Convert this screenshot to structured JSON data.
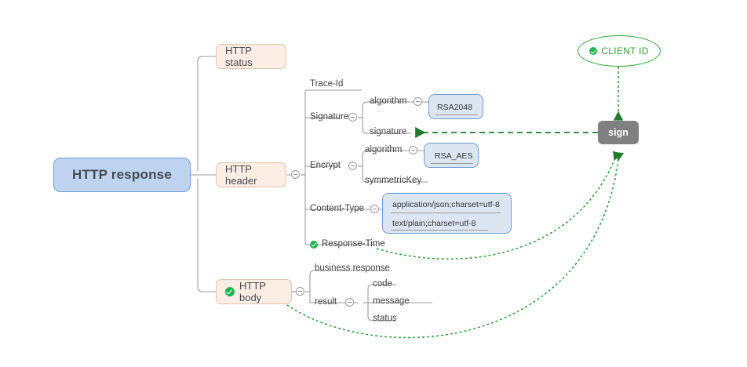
{
  "diagram": {
    "title": "HTTP response mind map",
    "background": "#ffffff",
    "colors": {
      "root_fill": "#bdd3f0",
      "root_border": "#6f9ed8",
      "branch_fill": "#fbece4",
      "branch_border": "#e3c3ae",
      "value_fill": "#dce6f2",
      "value_border": "#6b9bd2",
      "accent_green": "#2e9b3c",
      "sign_fill": "#808080",
      "line": "#9a9a9a"
    }
  },
  "root": {
    "label": "HTTP response"
  },
  "branches": [
    {
      "label": "HTTP status",
      "has_check": false
    },
    {
      "label": "HTTP header",
      "has_check": false
    },
    {
      "label": "HTTP body",
      "has_check": true
    }
  ],
  "header_children": [
    {
      "label": "Trace-Id"
    },
    {
      "label": "Signature"
    },
    {
      "label": "Encrypt"
    },
    {
      "label": "Content-Type"
    },
    {
      "label": "Response-Time",
      "has_check": true
    }
  ],
  "signature_children": [
    {
      "label": "algorithm",
      "value": "RSA2048"
    },
    {
      "label": "signature"
    }
  ],
  "encrypt_children": [
    {
      "label": "algorithm",
      "value": "RSA_AES"
    },
    {
      "label": "symmetricKey"
    }
  ],
  "content_type_values": [
    "application/json;charset=utf-8",
    "text/plain;charset=utf-8"
  ],
  "body_children": [
    {
      "label": "business response"
    },
    {
      "label": "result"
    }
  ],
  "result_children": [
    {
      "label": "code"
    },
    {
      "label": "message"
    },
    {
      "label": "status"
    }
  ],
  "external": {
    "client_id": "CLIENT ID",
    "sign": "sign"
  }
}
